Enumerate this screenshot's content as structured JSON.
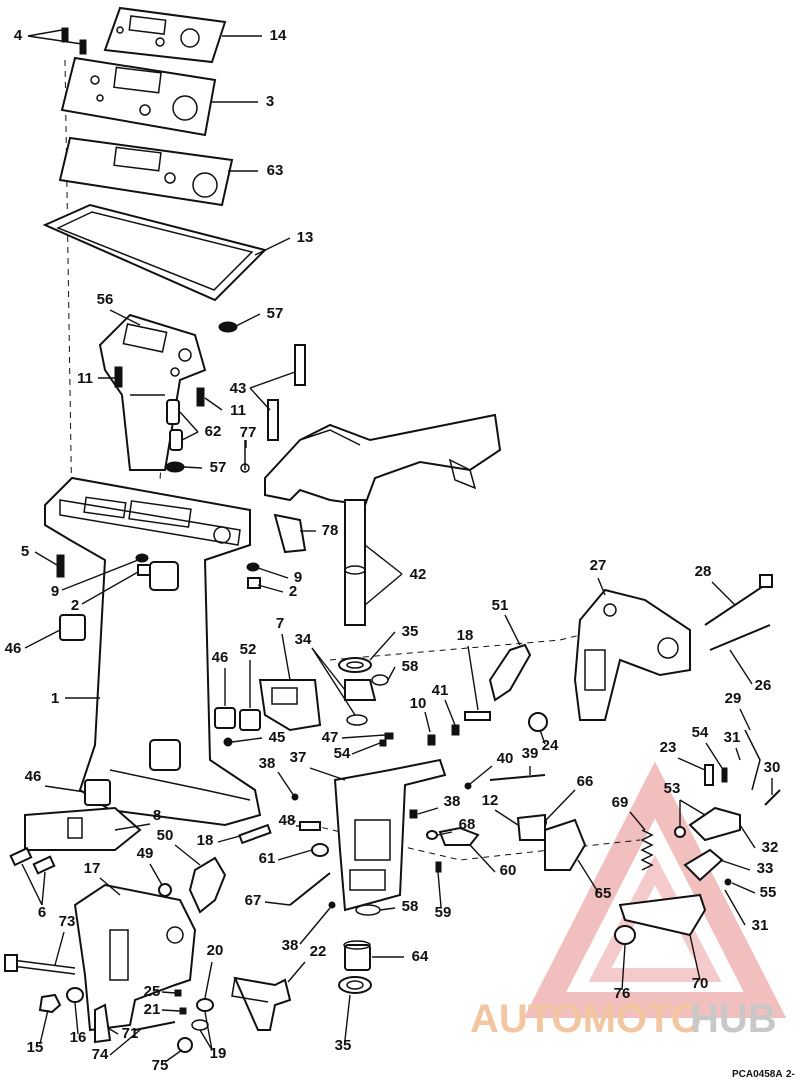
{
  "figure_code": "PCA0458A",
  "figure_page": "2-",
  "watermark": {
    "word_a": "AUTOMOTO",
    "word_b": "HUB",
    "color_a": "#f2c6a0",
    "color_b": "#c8c8c8",
    "triangle_color": "#e88a8a"
  },
  "callouts": [
    "1",
    "2",
    "3",
    "4",
    "5",
    "6",
    "7",
    "8",
    "9",
    "10",
    "11",
    "12",
    "13",
    "14",
    "15",
    "16",
    "17",
    "18",
    "19",
    "20",
    "21",
    "22",
    "23",
    "24",
    "25",
    "26",
    "27",
    "28",
    "29",
    "30",
    "31",
    "32",
    "33",
    "34",
    "35",
    "37",
    "38",
    "39",
    "40",
    "41",
    "42",
    "43",
    "45",
    "46",
    "47",
    "48",
    "49",
    "50",
    "51",
    "52",
    "53",
    "54",
    "55",
    "56",
    "57",
    "58",
    "59",
    "60",
    "61",
    "62",
    "63",
    "64",
    "65",
    "66",
    "67",
    "68",
    "69",
    "70",
    "71",
    "73",
    "74",
    "75",
    "76",
    "77",
    "78"
  ]
}
